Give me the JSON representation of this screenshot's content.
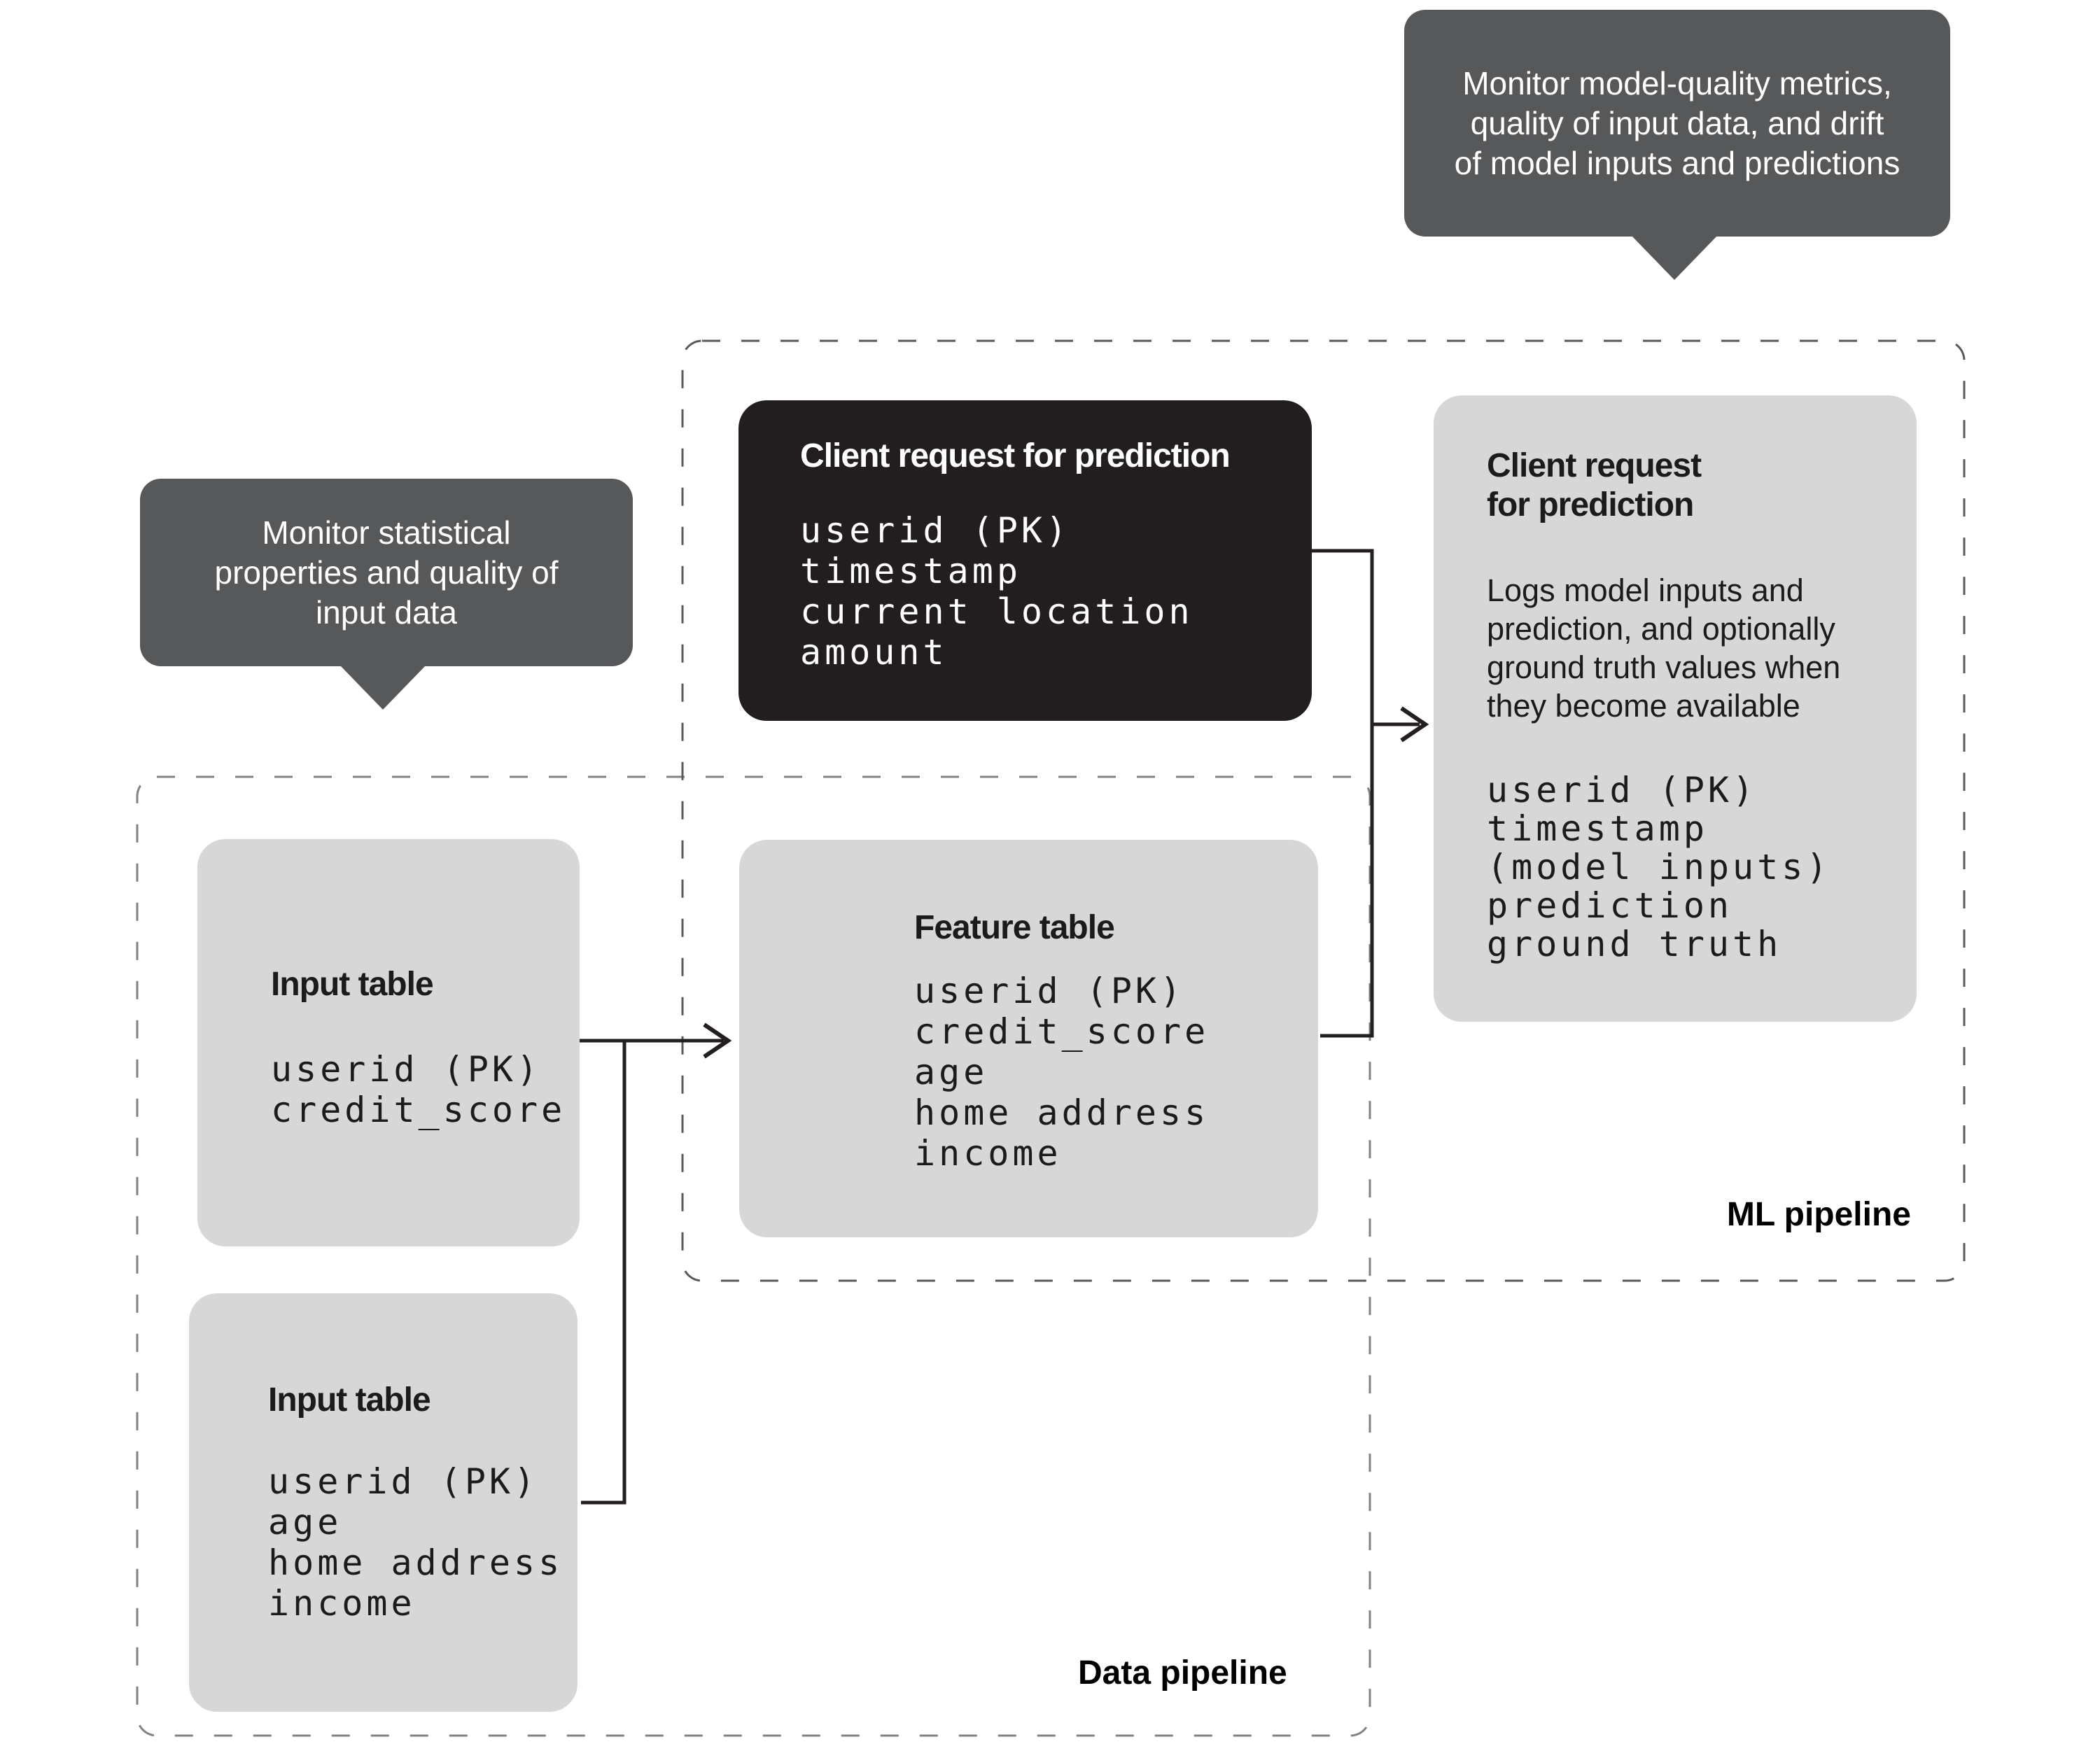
{
  "palette": {
    "background": "#ffffff",
    "callout_bg": "#57585a",
    "callout_text": "#ffffff",
    "node_dark_bg": "#221e1f",
    "node_dark_text": "#ffffff",
    "node_light_bg": "#d7d7d7",
    "node_text": "#1c1a1b",
    "connector": "#231f20",
    "ml_dash": "#59595b",
    "data_dash": "#828282"
  },
  "callouts": {
    "model_quality": {
      "text": "Monitor model-quality metrics,\nquality of input data, and drift\nof model inputs and predictions"
    },
    "statistical": {
      "text": "Monitor statistical\nproperties and quality of\ninput data"
    }
  },
  "regions": {
    "ml_pipeline": {
      "label": "ML pipeline"
    },
    "data_pipeline": {
      "label": "Data pipeline"
    }
  },
  "nodes": {
    "client_request": {
      "title": "Client request for prediction",
      "fields": [
        "userid (PK)",
        "timestamp",
        "current location",
        "amount"
      ]
    },
    "prediction_log": {
      "title": "Client request\nfor prediction",
      "description": "Logs model inputs and\nprediction, and optionally\nground truth values when\nthey become available",
      "fields": [
        "userid (PK)",
        "timestamp",
        "(model inputs)",
        "prediction",
        "ground truth"
      ]
    },
    "feature_table": {
      "title": "Feature table",
      "fields": [
        "userid (PK)",
        "credit_score",
        "age",
        "home address",
        "income"
      ]
    },
    "input_table_1": {
      "title": "Input table",
      "fields": [
        "userid (PK)",
        "credit_score"
      ]
    },
    "input_table_2": {
      "title": "Input table",
      "fields": [
        "userid (PK)",
        "age",
        "home address",
        "income"
      ]
    }
  }
}
